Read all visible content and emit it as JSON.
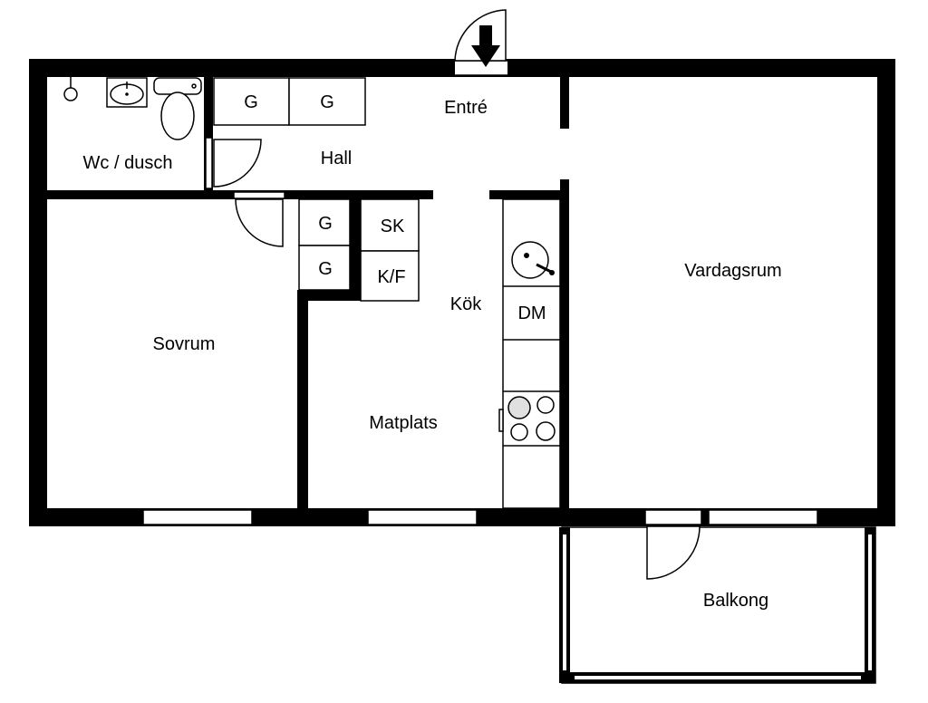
{
  "plan": {
    "rooms": {
      "wc": "Wc / dusch",
      "hall": "Hall",
      "entre": "Entré",
      "sovrum": "Sovrum",
      "kok": "Kök",
      "matplats": "Matplats",
      "vardagsrum": "Vardagsrum",
      "balkong": "Balkong"
    },
    "fixtures": {
      "wardrobe_hall_1": "G",
      "wardrobe_hall_2": "G",
      "wardrobe_bed_1": "G",
      "wardrobe_bed_2": "G",
      "sk": "SK",
      "kf": "K/F",
      "dm": "DM"
    },
    "icons": [
      "entrance-arrow-icon",
      "shower-icon",
      "sink-icon",
      "toilet-icon",
      "kitchen-sink-icon",
      "stove-icon"
    ]
  }
}
